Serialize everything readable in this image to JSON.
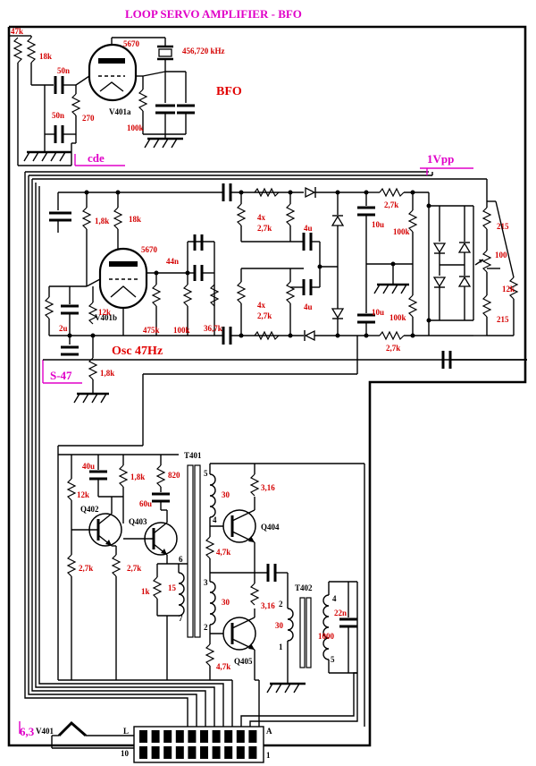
{
  "title": "LOOP SERVO AMPLIFIER - BFO",
  "sections": {
    "bfo": "BFO",
    "osc": "Osc 47Hz",
    "vpp": "1Vpp",
    "cde": "cde",
    "s47": "S-47",
    "heater": "6,3"
  },
  "tubes": {
    "v401a": "V401a",
    "v401b": "V401b",
    "type_a": "5670",
    "type_b": "5670",
    "heater_ref": "V401"
  },
  "crystal_freq": "456,720 kHz",
  "transistors": [
    "Q402",
    "Q403",
    "Q404",
    "Q405"
  ],
  "transformers": [
    "T401",
    "T402"
  ],
  "labels": {
    "r47k": "47k",
    "r18k_a": "18k",
    "c50n_a": "50n",
    "c50n_b": "50n",
    "r270": "270",
    "r100k_a": "100k",
    "r1_8k_a": "1,8k",
    "r18k_b": "18k",
    "c44n": "44n",
    "r475k": "475k",
    "r100k_b": "100k",
    "r36_7k": "36,7k",
    "r12k": "12k",
    "c2u": "2u",
    "r1_8k_b": "1,8k",
    "res4x_top": "4x",
    "res2_7k_top": "2,7k",
    "c4u_top": "4u",
    "res4x_bot": "4x",
    "res2_7k_bot": "2,7k",
    "c4u_bot": "4u",
    "r2_7k_a": "2,7k",
    "c10u_a": "10u",
    "r100k_c": "100k",
    "c10u_b": "10u",
    "r100k_d": "100k",
    "r2_7k_b": "2,7k",
    "r215_a": "215",
    "r100": "100",
    "r12k_b": "12k",
    "r215_b": "215",
    "c40u": "40u",
    "r1_8k_c": "1,8k",
    "r820": "820",
    "c60u": "60u",
    "r12k_c": "12k",
    "r2_7k_c": "2,7k",
    "r2_7k_d": "2,7k",
    "r1k": "1k",
    "r3_16_a": "3,16",
    "r4_7k_a": "4,7k",
    "r3_16_b": "3,16",
    "r4_7k_b": "4,7k",
    "c22n": "22n",
    "w15_a": "15",
    "w30_a": "30",
    "w30_b": "30",
    "w30_c": "30",
    "w1000": "1000",
    "pin5_a": "5",
    "pin4_a": "4",
    "pin6": "6",
    "pin7": "7",
    "pin3": "3",
    "pin2_a": "2",
    "pin2_b": "2",
    "pin1_a": "1",
    "pin4_b": "4",
    "pin5_b": "5",
    "conn_L": "L",
    "conn_A": "A",
    "conn_10": "10",
    "conn_1": "1"
  }
}
